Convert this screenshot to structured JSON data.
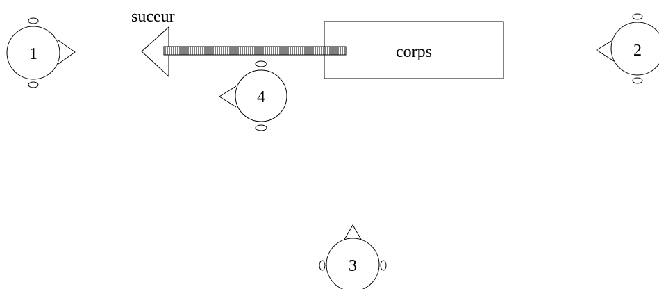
{
  "labels": {
    "suceur": "suceur",
    "corps": "corps"
  },
  "heads": [
    {
      "id": "1",
      "label": "1"
    },
    {
      "id": "2",
      "label": "2"
    },
    {
      "id": "3",
      "label": "3"
    },
    {
      "id": "4",
      "label": "4"
    }
  ],
  "colors": {
    "stroke": "#000000",
    "background": "#ffffff"
  }
}
